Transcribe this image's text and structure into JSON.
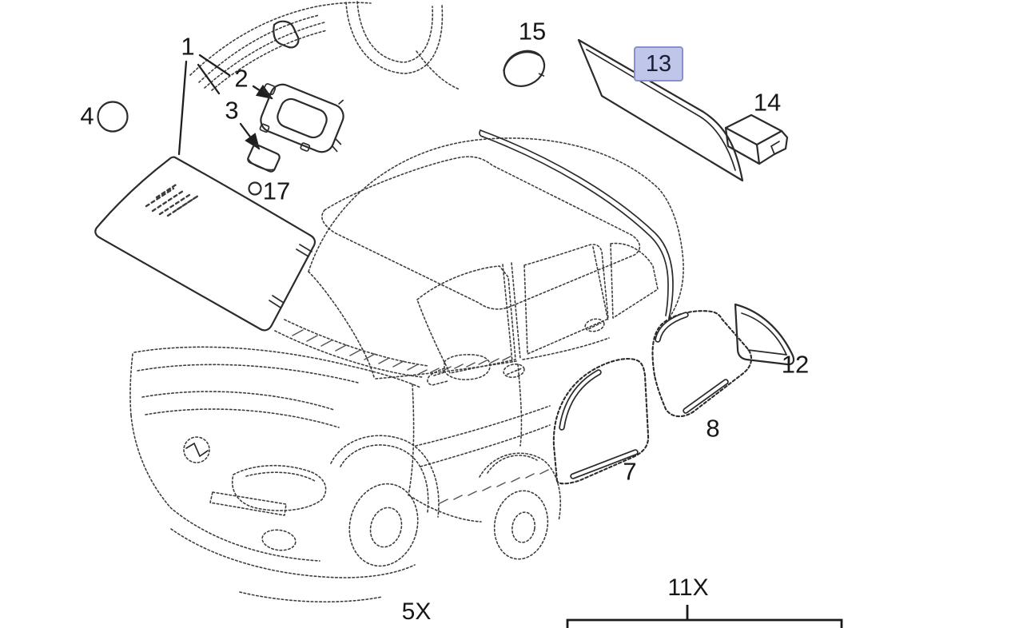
{
  "callouts": {
    "n1": "1",
    "n2": "2",
    "n3": "3",
    "n4": "4",
    "n7": "7",
    "n8": "8",
    "n12": "12",
    "n13": "13",
    "n14": "14",
    "n15": "15",
    "n17": "17"
  },
  "quantities": {
    "five_x": "5X",
    "eleven_x": "11X"
  },
  "highlight": {
    "label": "13",
    "fill": "#c0c6ea",
    "border": "#8690d2",
    "text_color": "#1d1d33"
  },
  "colors": {
    "background": "#ffffff",
    "solid_line": "#2b2b2b",
    "dashed_line": "#3d3d3d"
  }
}
